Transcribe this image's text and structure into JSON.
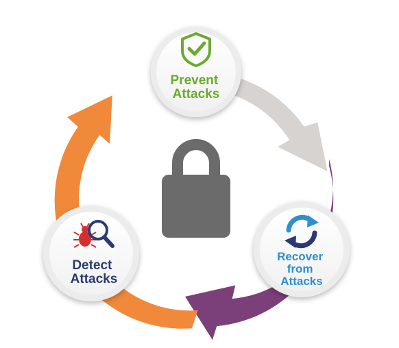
{
  "diagram": {
    "nodes": [
      {
        "id": "prevent",
        "lines": [
          "Prevent",
          "Attacks"
        ],
        "color": "#6aab2e",
        "icon": "shield-check-icon"
      },
      {
        "id": "recover",
        "lines": [
          "Recover",
          "from",
          "Attacks"
        ],
        "color": "#2e8fcf",
        "icon": "refresh-arrows-icon"
      },
      {
        "id": "detect",
        "lines": [
          "Detect",
          "Attacks"
        ],
        "color": "#2b3a73",
        "icon": "bug-magnifier-icon"
      }
    ],
    "arcs": [
      {
        "from": "prevent",
        "to": "recover",
        "color": "#d6d3d1"
      },
      {
        "from": "recover",
        "to": "detect",
        "color": "#7b3f7a"
      },
      {
        "from": "detect",
        "to": "prevent",
        "color": "#f08a3a"
      }
    ],
    "center_icon": "padlock-icon",
    "colors": {
      "padlock": "#6b6b6b",
      "node_fill": "#ffffff",
      "node_ring": "#ececec",
      "icon_red": "#d32f2f"
    }
  }
}
